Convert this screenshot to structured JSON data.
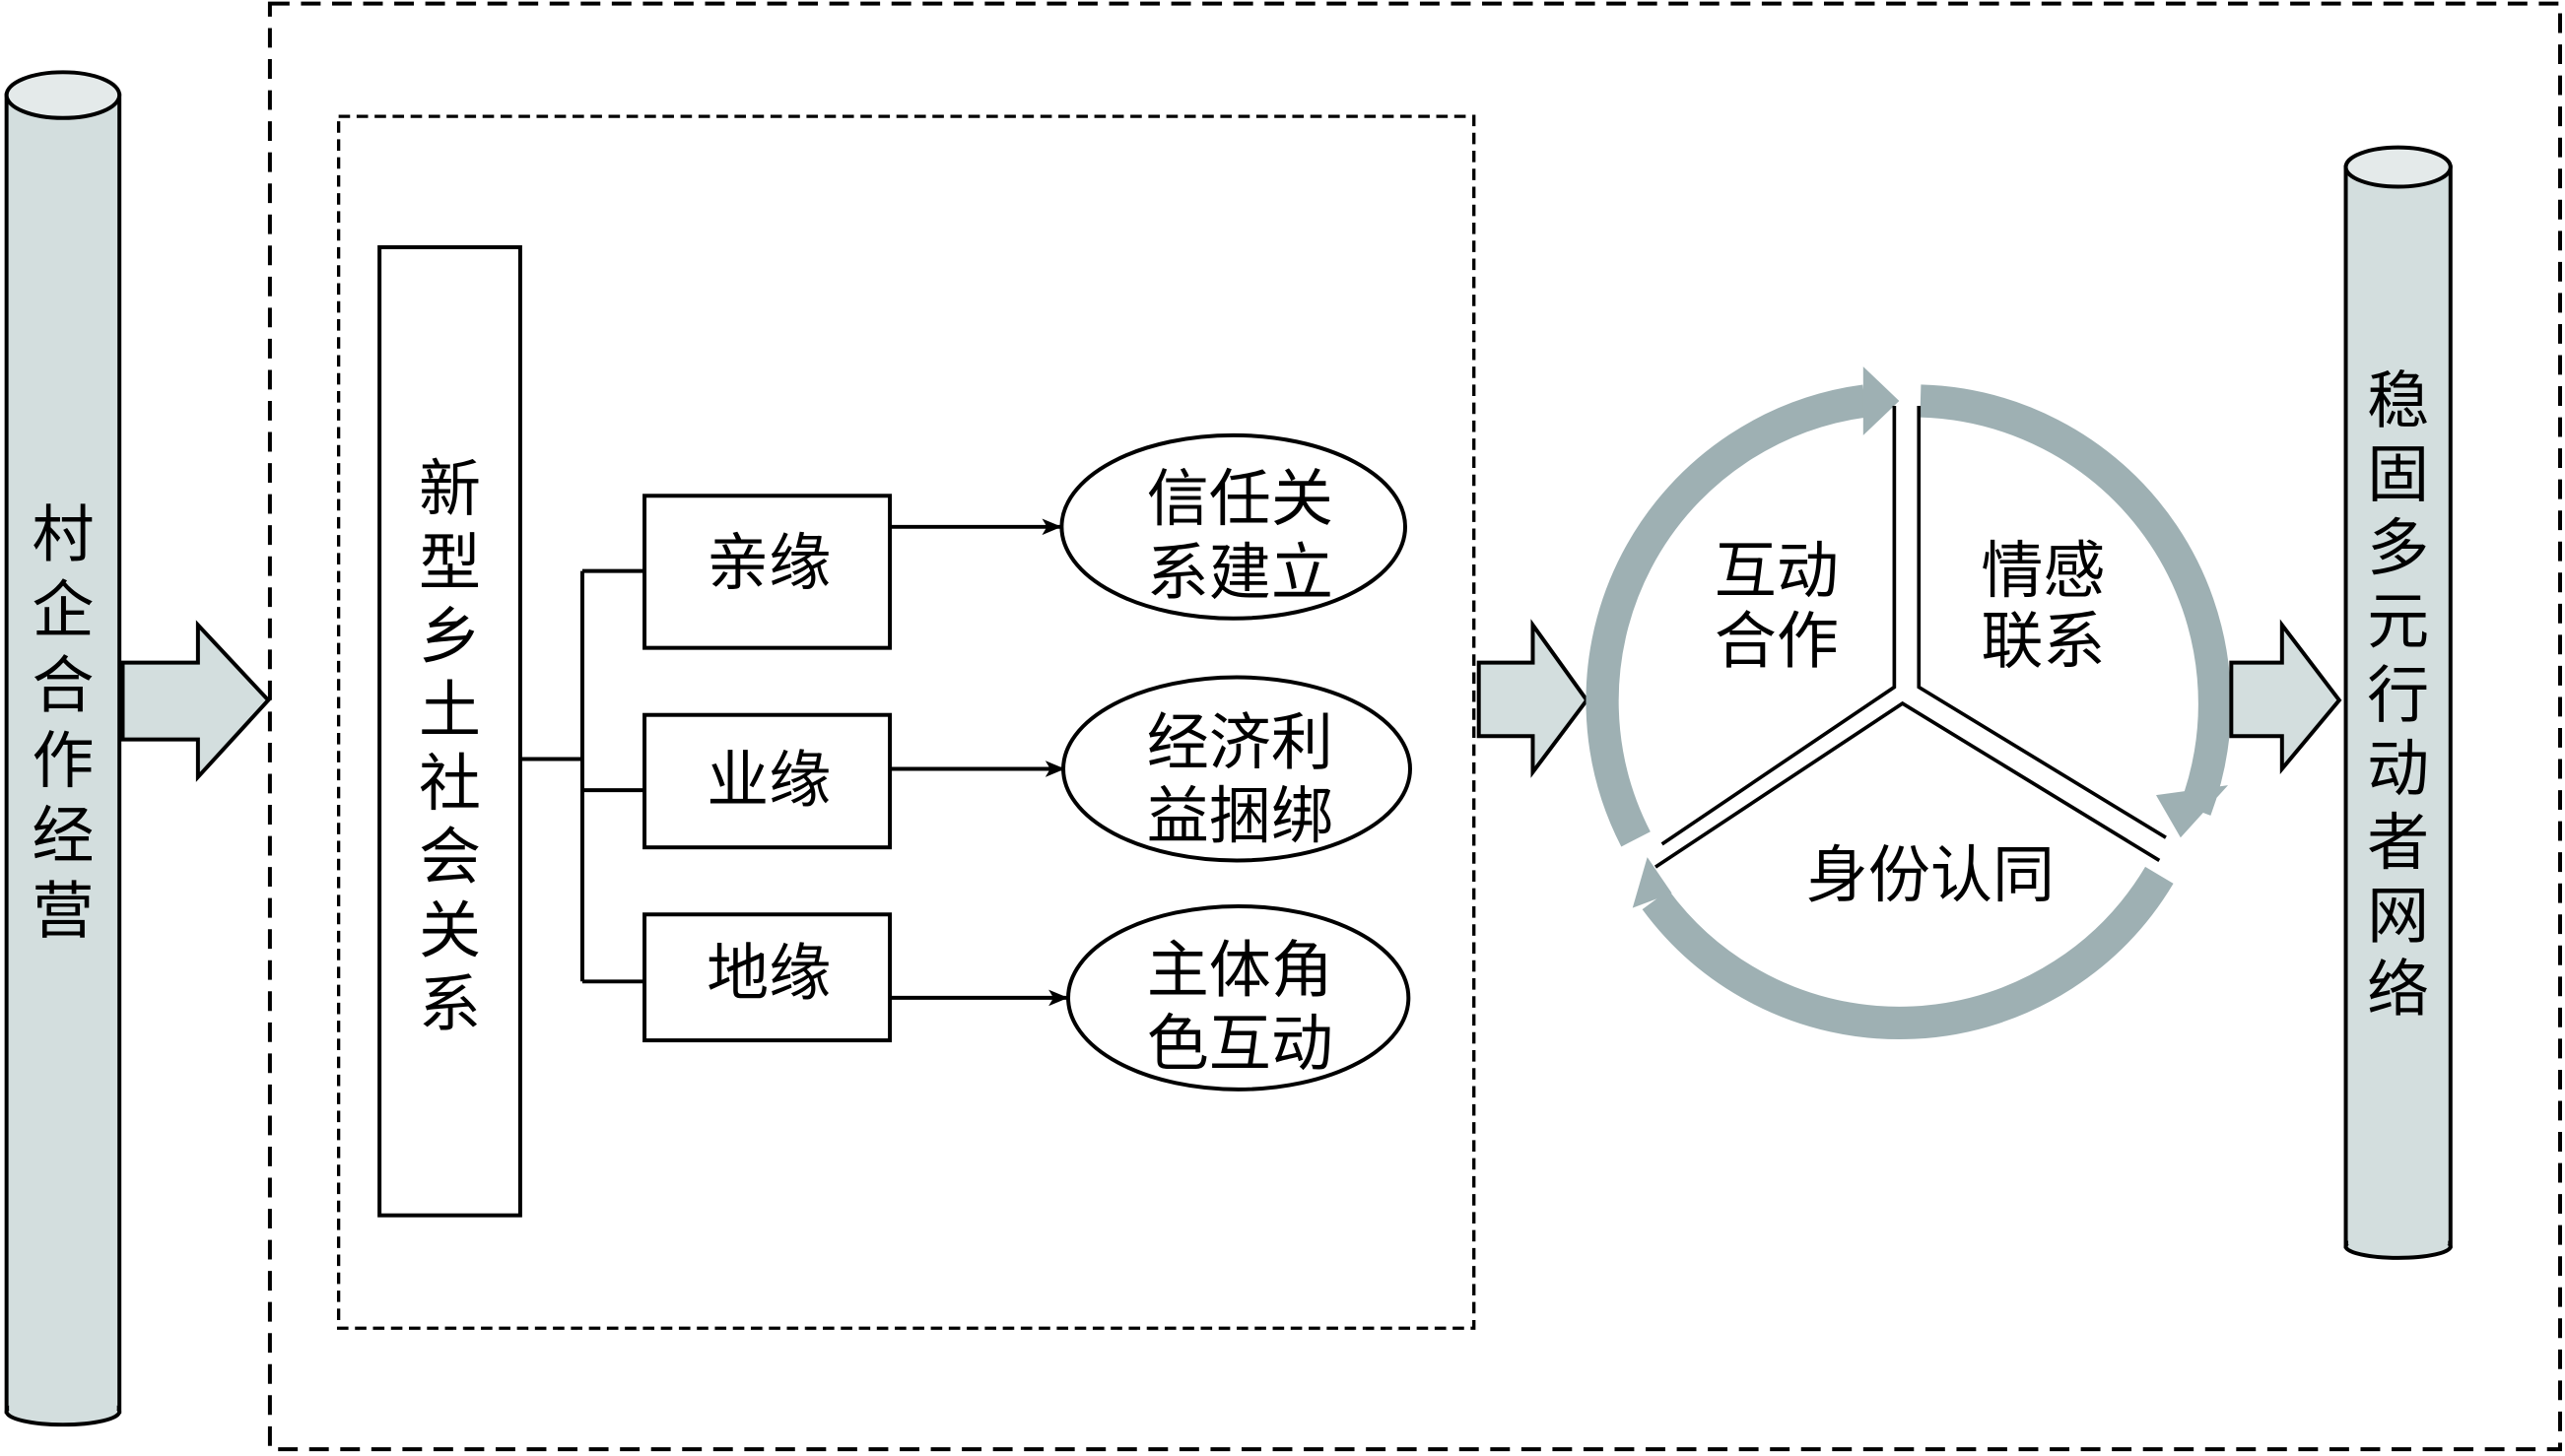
{
  "colors": {
    "cylinder_fill": "#d3dede",
    "cylinder_top": "#e4eaea",
    "arrow_fill": "#d3dede",
    "cycle_arc": "#9eb0b3",
    "line": "#000000"
  },
  "left_cylinder": {
    "label": "村企合作经营"
  },
  "right_cylinder": {
    "label": "稳固多元行动者网络"
  },
  "social_relations": {
    "label": "新型乡土社会关系"
  },
  "ties": [
    {
      "label": "亲缘",
      "outcome_line1": "信任关",
      "outcome_line2": "系建立"
    },
    {
      "label": "业缘",
      "outcome_line1": "经济利",
      "outcome_line2": "益捆绑"
    },
    {
      "label": "地缘",
      "outcome_line1": "主体角",
      "outcome_line2": "色互动"
    }
  ],
  "cycle": {
    "segments": [
      {
        "line1": "互动",
        "line2": "合作"
      },
      {
        "line1": "情感",
        "line2": "联系"
      },
      {
        "line1": "身份认同"
      }
    ]
  }
}
